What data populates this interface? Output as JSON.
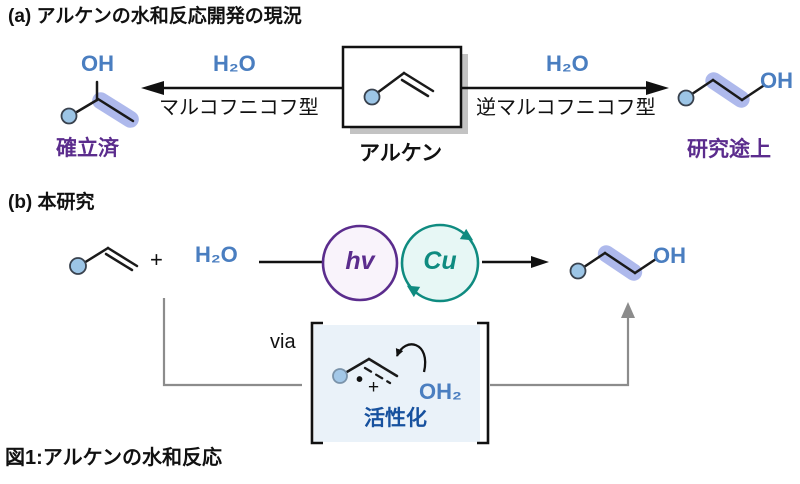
{
  "figure": {
    "caption": "図1:アルケンの水和反応"
  },
  "colors": {
    "blue_text": "#4a7ec0",
    "purple_text": "#5b2c8d",
    "teal": "#0f8b80",
    "navy": "#17519e",
    "bond_highlight": "#aeb9ec",
    "atom_ball": "#9cc5e6",
    "via_box_bg": "#eaf2f9",
    "gray_line": "#8c8c8c",
    "hv_circle_fill": "#f9f3fb",
    "cu_circle_fill": "#e7f7f5"
  },
  "section_a": {
    "title": "(a) アルケンの水和反応開発の現況",
    "center_label": "アルケン",
    "left": {
      "reagent": "H₂O",
      "arrow_label": "マルコフニコフ型",
      "product_group": "OH",
      "status": "確立済"
    },
    "right": {
      "reagent": "H₂O",
      "arrow_label": "逆マルコフニコフ型",
      "product_group": "OH",
      "status": "研究途上"
    }
  },
  "section_b": {
    "title": "(b) 本研究",
    "plus_sign": "+",
    "reagent": "H₂O",
    "catalysts": {
      "light": "hv",
      "metal": "Cu"
    },
    "product_group": "OH",
    "via_label": "via",
    "intermediate": {
      "radical_dot": "•",
      "cation_plus": "+",
      "water": "OH₂",
      "caption": "活性化"
    }
  }
}
